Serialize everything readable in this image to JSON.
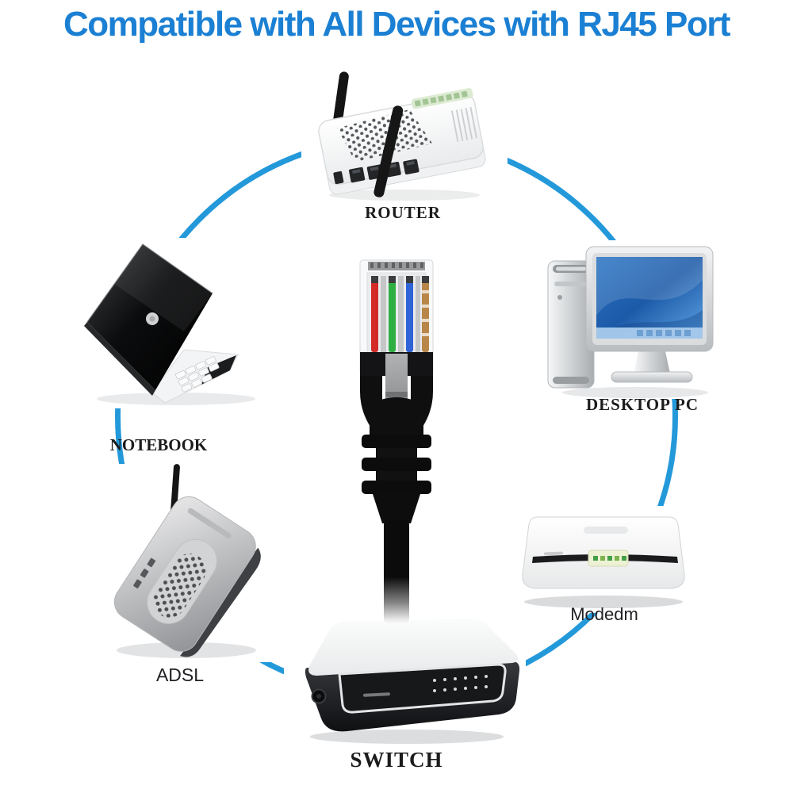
{
  "title": {
    "text": "Compatible with All Devices with RJ45 Port"
  },
  "colors": {
    "title_blue": "#1b80d3",
    "circle_blue": "#2399da",
    "label_dark": "#1c1c1c"
  },
  "devices": {
    "router": {
      "label": "ROUTER"
    },
    "notebook": {
      "label": "NOTEBOOK"
    },
    "desktop_pc": {
      "label": "DESKTOP PC"
    },
    "modem": {
      "label": "Modedm"
    },
    "adsl": {
      "label": "ADSL"
    },
    "switch": {
      "label": "SWITCH"
    }
  },
  "center_cable": {
    "connector_type": "RJ45",
    "wire_colors": [
      "#d32b25",
      "#2fae44",
      "#2f63d6",
      "#b9864a"
    ]
  }
}
